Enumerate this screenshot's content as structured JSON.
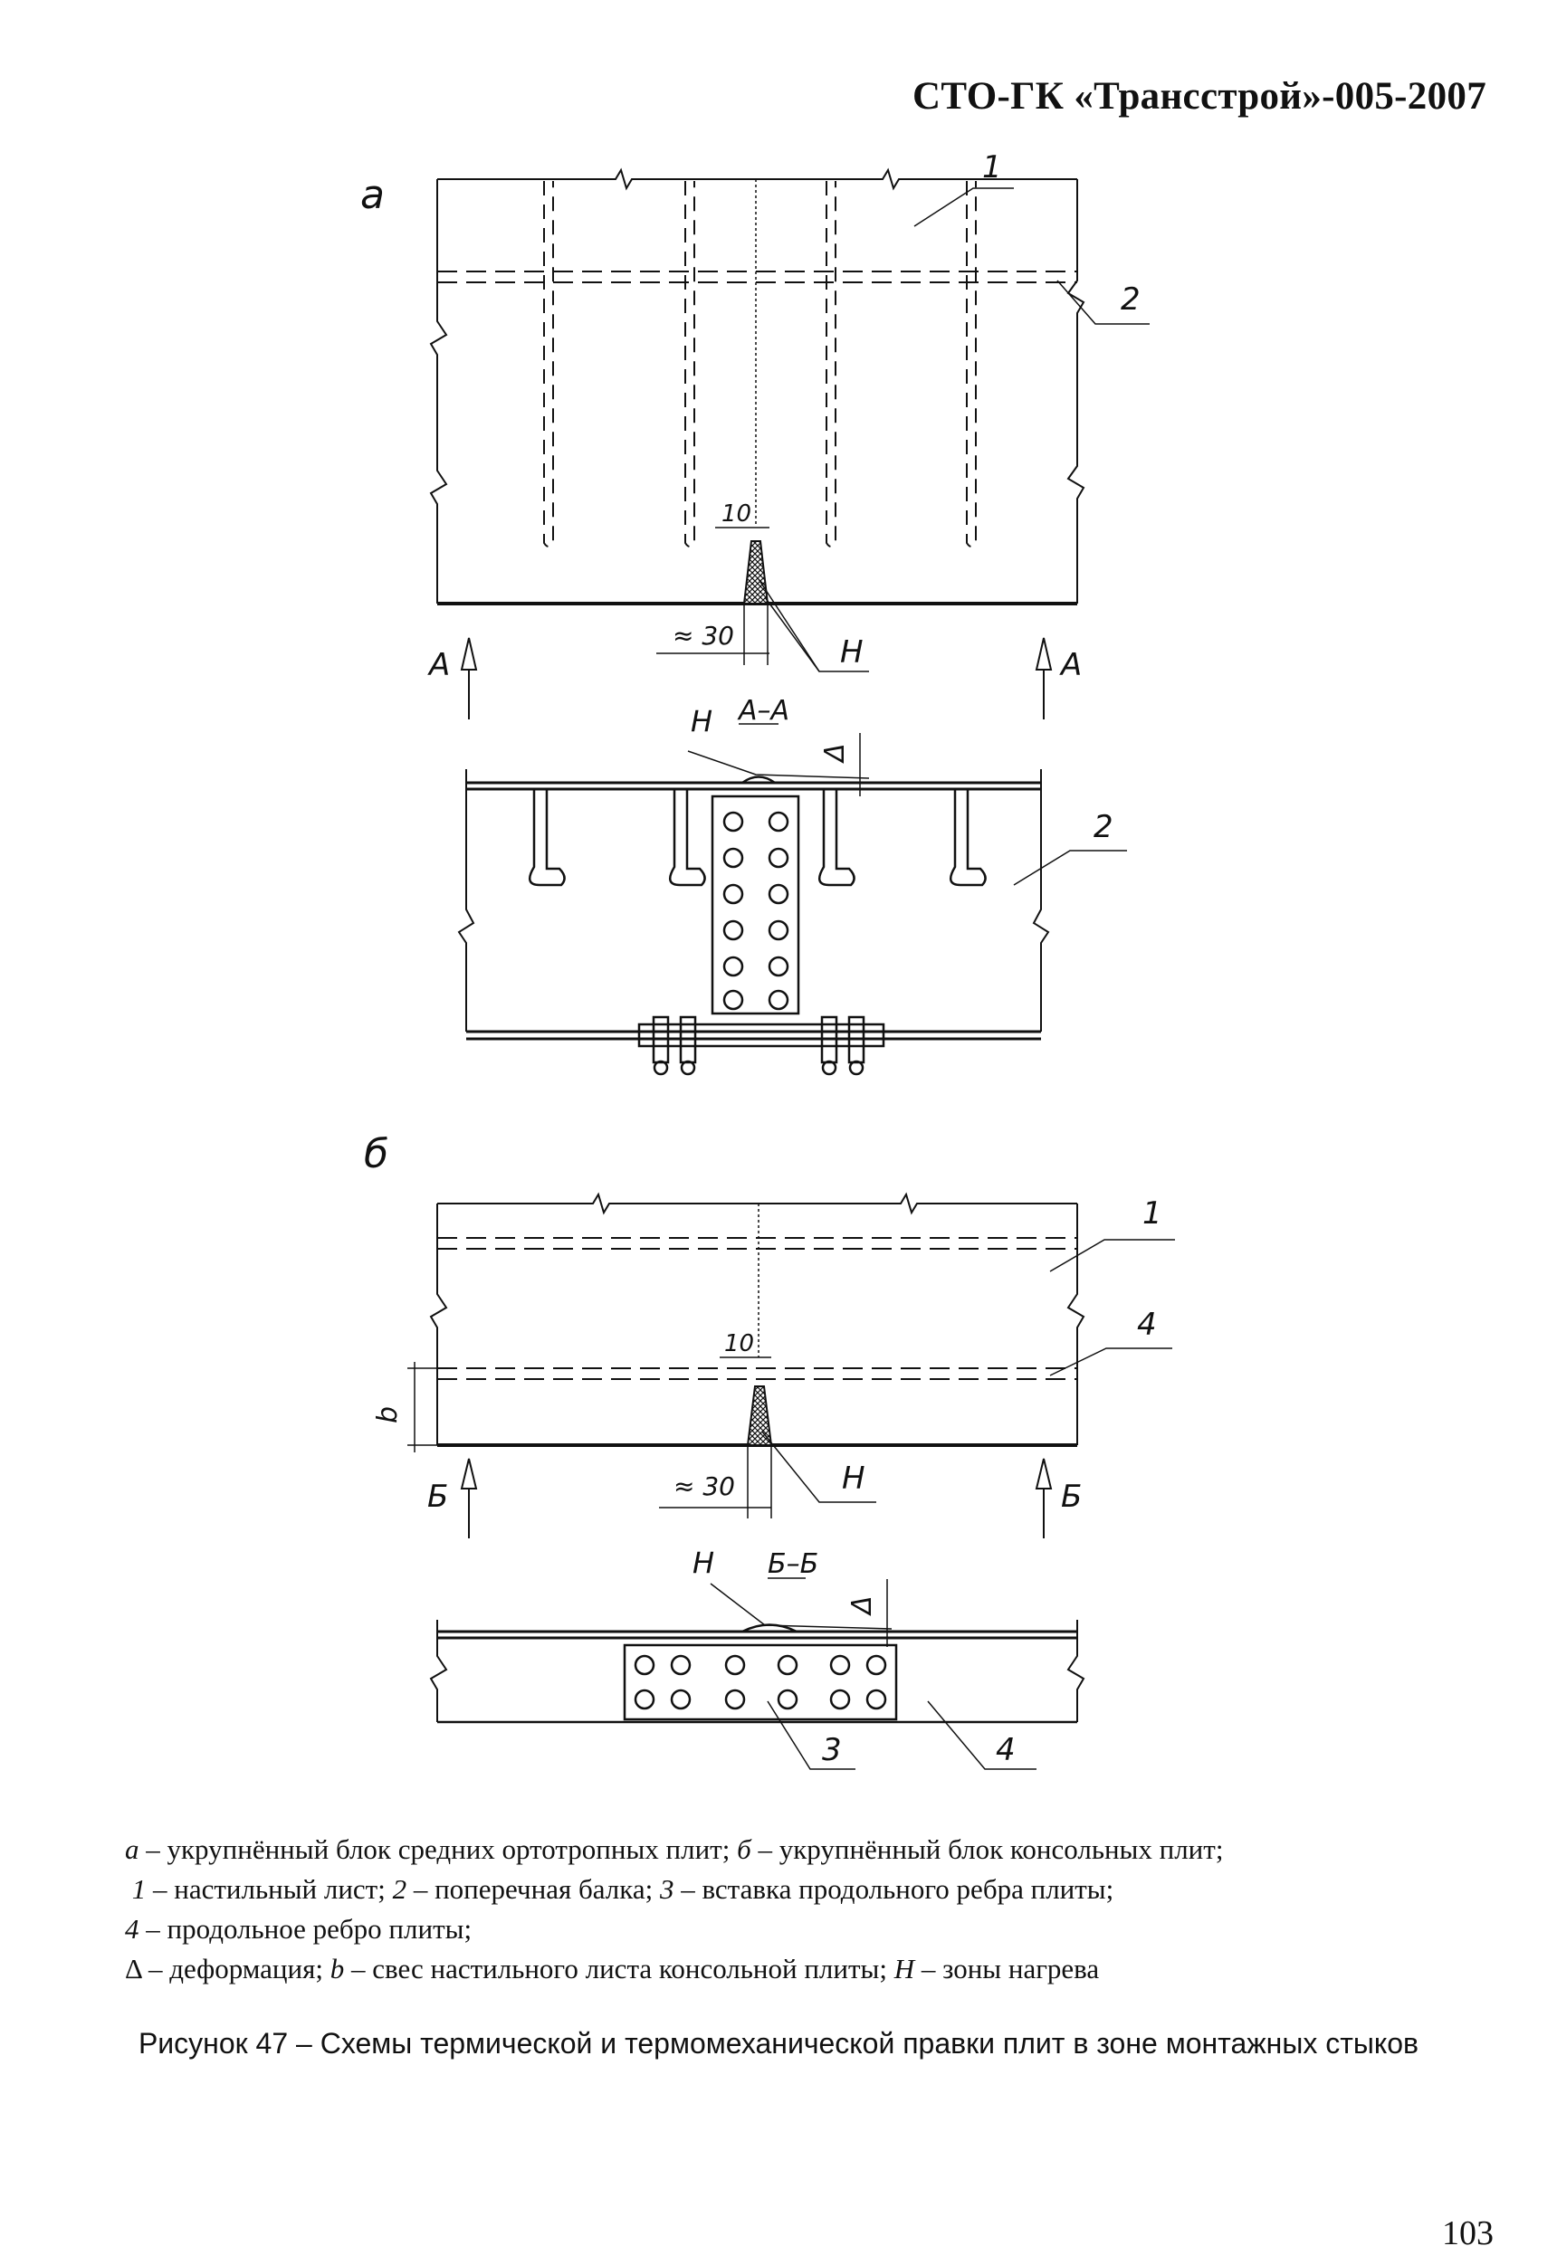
{
  "header": {
    "title": "СТО-ГК «Трансстрой»-005-2007"
  },
  "figure": {
    "panel_a": {
      "label": "а",
      "callouts": [
        "1",
        "2",
        "10",
        "≈ 30",
        "H"
      ],
      "section_arrow": "А",
      "section_title": "А–А",
      "section_callouts": [
        "H",
        "Δ",
        "2"
      ]
    },
    "panel_b": {
      "label": "б",
      "callouts": [
        "1",
        "4",
        "10",
        "b",
        "≈ 30",
        "H"
      ],
      "section_arrow": "Б",
      "section_title": "Б–Б",
      "section_callouts": [
        "H",
        "Δ",
        "3",
        "4"
      ]
    }
  },
  "legend": {
    "line1_a_key": "а",
    "line1_a_text": " – укрупнённый блок средних ортотропных плит; ",
    "line1_b_key": "б",
    "line1_b_text": " – укрупнённый блок консольных плит;",
    "line2_k1": "1",
    "line2_t1": " – настильный лист; ",
    "line2_k2": "2",
    "line2_t2": " – поперечная балка; ",
    "line2_k3": "3",
    "line2_t3": " – вставка продольного ребра плиты;",
    "line3_k4": "4",
    "line3_t4": " – продольное ребро плиты;",
    "line4_k1": "Δ",
    "line4_t1": " – деформация; ",
    "line4_k2": "b",
    "line4_t2": " – свес настильного листа консольной плиты; ",
    "line4_k3": "H",
    "line4_t3": " – зоны нагрева"
  },
  "caption": "Рисунок 47 – Схемы термической и термомеханической правки плит в зоне монтажных стыков",
  "page_number": "103"
}
